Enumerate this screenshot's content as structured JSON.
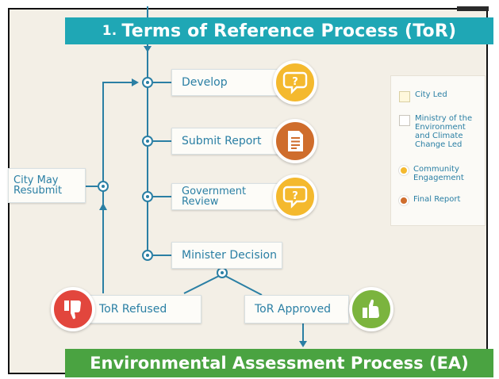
{
  "header": {
    "number": "1.",
    "title": "Terms of Reference Process (ToR)"
  },
  "footer": {
    "title": "Environmental Assessment Process (EA)"
  },
  "steps": {
    "develop": "Develop",
    "submit_report": "Submit Report",
    "government_review": "Government\nReview",
    "minister_decision": "Minister Decision",
    "tor_refused": "ToR Refused",
    "tor_approved": "ToR Approved",
    "city_may_resubmit": "City May\nResubmit"
  },
  "legend": {
    "items": [
      {
        "label": "City Led",
        "kind": "city-led"
      },
      {
        "label": "Ministry of the\nEnvironment\nand Climate\nChange Led",
        "kind": "ministry-led"
      },
      {
        "label": "Community\nEngagement",
        "kind": "community-engagement"
      },
      {
        "label": "Final Report",
        "kind": "final-report"
      }
    ]
  },
  "icons": {
    "community": "speech-bubbles-question-icon",
    "report": "report-document-icon",
    "refused": "thumbs-down-icon",
    "approved": "thumbs-up-icon"
  },
  "colors": {
    "teal": "#1fa7b5",
    "green": "#4aa341",
    "line_blue": "#2a7fa4",
    "community_yellow": "#f4b92e",
    "report_orange": "#cf6d2c",
    "refused_red": "#e2463d",
    "approved_green": "#7bb43e"
  }
}
